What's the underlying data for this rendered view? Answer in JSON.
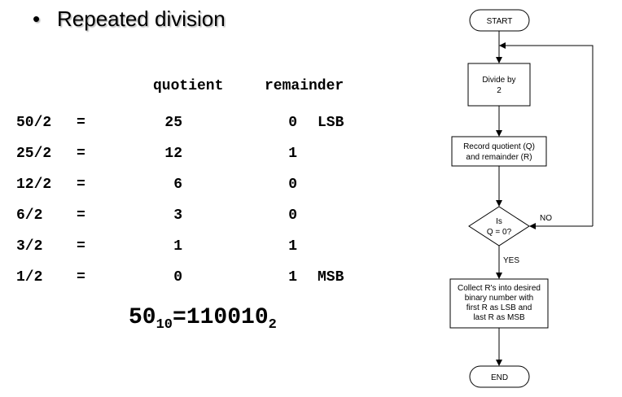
{
  "heading": {
    "bullet": "•",
    "text": "Repeated division"
  },
  "table": {
    "headers": {
      "quotient": "quotient",
      "remainder": "remainder"
    },
    "rows": [
      {
        "expr": "50/2",
        "eq": "=",
        "quotient": "25",
        "remainder": "0",
        "note": "LSB"
      },
      {
        "expr": "25/2",
        "eq": "=",
        "quotient": "12",
        "remainder": "1",
        "note": ""
      },
      {
        "expr": "12/2",
        "eq": "=",
        "quotient": "6",
        "remainder": "0",
        "note": ""
      },
      {
        "expr": "6/2",
        "eq": "=",
        "quotient": "3",
        "remainder": "0",
        "note": ""
      },
      {
        "expr": "3/2",
        "eq": "=",
        "quotient": "1",
        "remainder": "1",
        "note": ""
      },
      {
        "expr": "1/2",
        "eq": "=",
        "quotient": "0",
        "remainder": "1",
        "note": "MSB"
      }
    ]
  },
  "result": {
    "value": "50",
    "base": "10",
    "eq": "=",
    "binary": "110010",
    "binary_base": "2"
  },
  "flowchart": {
    "start": "START",
    "divide": [
      "Divide by",
      "2"
    ],
    "record": [
      "Record quotient (Q)",
      "and remainder (R)"
    ],
    "decision": [
      "Is",
      "Q = 0?"
    ],
    "no": "NO",
    "yes": "YES",
    "collect": [
      "Collect R's into desired",
      "binary number with",
      "first R as LSB and",
      "last R as MSB"
    ],
    "end": "END"
  }
}
